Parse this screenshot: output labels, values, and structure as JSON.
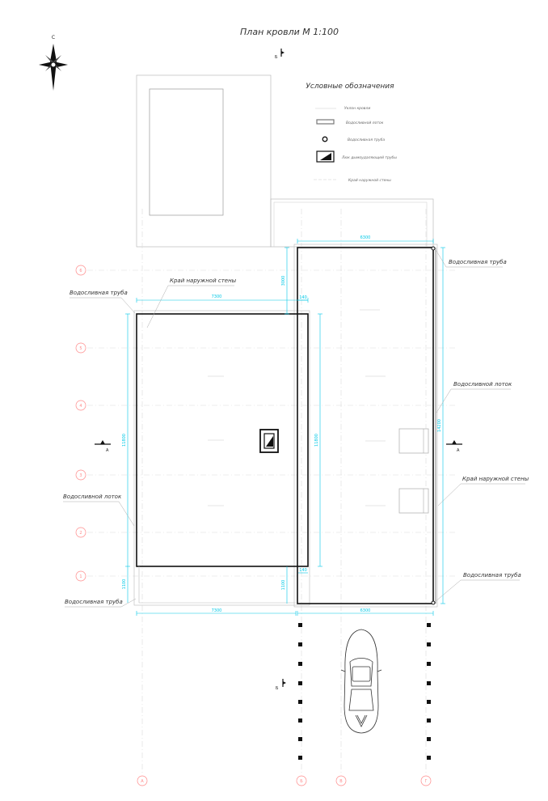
{
  "title": "План кровли М 1:100",
  "compass_letter": "С",
  "legend": {
    "heading": "Условные обозначения",
    "items": [
      {
        "text": "Уклон кровли"
      },
      {
        "text": "Водосливной лоток"
      },
      {
        "text": "Водосливная труба"
      },
      {
        "text": "Люк дымоудаляющей трубы"
      },
      {
        "text": "Край наружной стены"
      }
    ]
  },
  "callouts": {
    "pipe_top_left": "Водосливная труба",
    "wall_edge_top": "Край наружной стены",
    "pipe_top_right": "Водосливная труба",
    "gutter_right": "Водосливной лоток",
    "wall_edge_right": "Край наружной стены",
    "pipe_bottom_right": "Водосливная труба",
    "gutter_left": "Водосливной лоток",
    "pipe_bottom_left": "Водосливная труба"
  },
  "section_marks": {
    "b_top": "Б",
    "b_bottom": "Б",
    "a_left": "А",
    "a_right": "А"
  },
  "dimensions": {
    "top_right_width": "6300",
    "vertical_upper": "3000",
    "small_140_top": "140",
    "main_top_width": "7300",
    "left_height": "11800",
    "inner_height": "11800",
    "right_height": "14200",
    "small_140_bottom": "140",
    "bottom_left_vert": "1100",
    "bottom_mid_vert": "1100",
    "bottom_left_width": "7300",
    "bottom_right_width": "6300"
  },
  "axes": {
    "rows": [
      "6",
      "5",
      "4",
      "3",
      "2",
      "1"
    ],
    "cols": [
      "А",
      "Б",
      "В",
      "Г"
    ]
  },
  "colors": {
    "line": "#222222",
    "dimension": "#00c8e6",
    "axis": "#ff8a8a",
    "thin": "#bbbbbb"
  }
}
